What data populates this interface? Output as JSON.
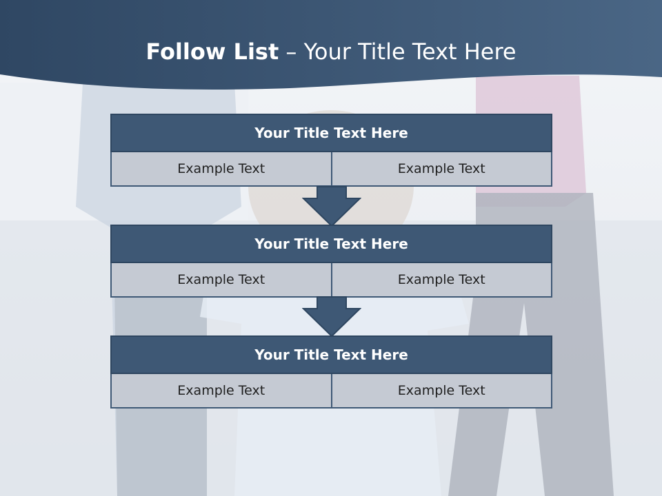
{
  "slide": {
    "title_bold": "Follow List",
    "title_rest": " – Your Title Text Here",
    "header_color": "#3a5370",
    "accent_color": "#3e5875"
  },
  "blocks": [
    {
      "title": "Your Title Text Here",
      "left": "Example Text",
      "right": "Example Text"
    },
    {
      "title": "Your Title Text Here",
      "left": "Example Text",
      "right": "Example Text"
    },
    {
      "title": "Your Title Text Here",
      "left": "Example Text",
      "right": "Example Text"
    }
  ]
}
